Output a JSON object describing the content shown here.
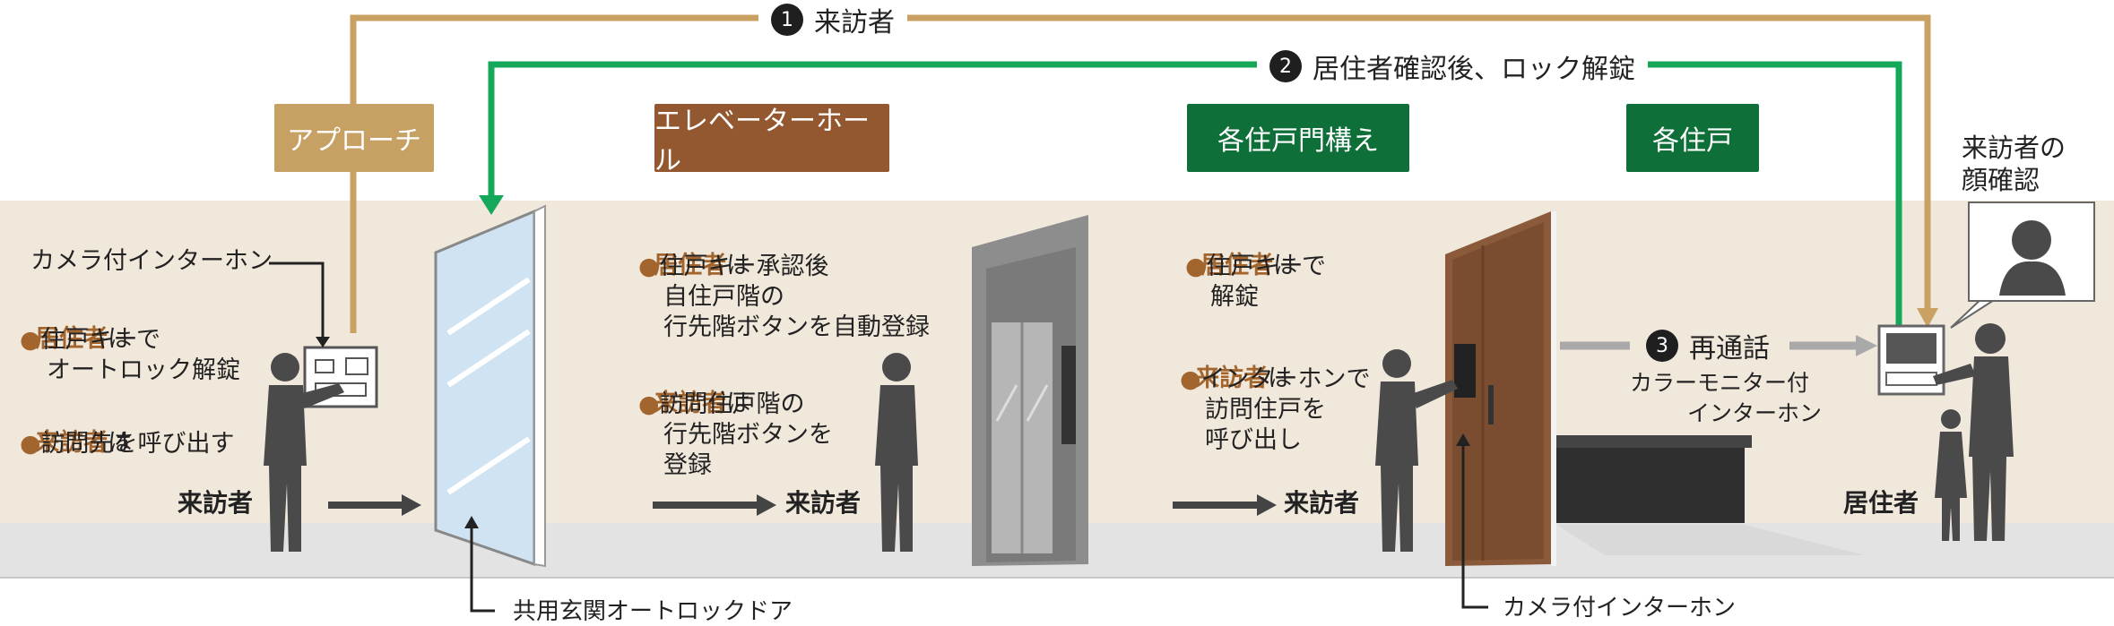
{
  "routes": {
    "r1": {
      "num": "1",
      "label": "来訪者"
    },
    "r2": {
      "num": "2",
      "label": "居住者確認後、ロック解錠"
    },
    "r3": {
      "num": "3",
      "label": "再通話"
    }
  },
  "areas": {
    "approach": "アプローチ",
    "elevator_hall": "エレベーターホール",
    "unit_gate": "各住戸門構え",
    "unit": "各住戸"
  },
  "approach": {
    "camera_label": "カメラ付インターホン",
    "resident_head": "居住者",
    "resident_ha": "は",
    "resident_line1": "住戸キーで",
    "resident_line2": "オートロック解錠",
    "visitor_head": "来訪者",
    "visitor_ha": "は",
    "visitor_line1": "訪問先を呼び出す",
    "visitor_caption": "来訪者",
    "door_caption": "共用玄関オートロックドア"
  },
  "elevator": {
    "resident_head": "居住者",
    "resident_ha": "は",
    "resident_line1": "住戸キー承認後",
    "resident_line2": "自住戸階の",
    "resident_line3": "行先階ボタンを自動登録",
    "visitor_head": "来訪者",
    "visitor_ha": "は",
    "visitor_line1": "訪問住戸階の",
    "visitor_line2": "行先階ボタンを",
    "visitor_line3": "登録",
    "visitor_caption": "来訪者"
  },
  "gate": {
    "resident_head": "居住者",
    "resident_ha": "は",
    "resident_line1": "住戸キーで",
    "resident_line2": "解錠",
    "visitor_head": "来訪者",
    "visitor_ha": "は",
    "visitor_line1": "インターホンで",
    "visitor_line2": "訪問住戸を",
    "visitor_line3": "呼び出し",
    "visitor_caption": "来訪者",
    "camera_caption": "カメラ付インターホン"
  },
  "unit": {
    "monitor_line1": "カラーモニター付",
    "monitor_line2": "インターホン",
    "resident_caption": "居住者",
    "face_line1": "来訪者の",
    "face_line2": "顔確認"
  },
  "colors": {
    "route1": "#c9a263",
    "route2": "#15a85a",
    "route3": "#a9a9a9",
    "band": "#f1e8dc",
    "floor": "#e2e2e2",
    "silhouette": "#4a4a4a",
    "accent_brown": "#a3652e"
  }
}
